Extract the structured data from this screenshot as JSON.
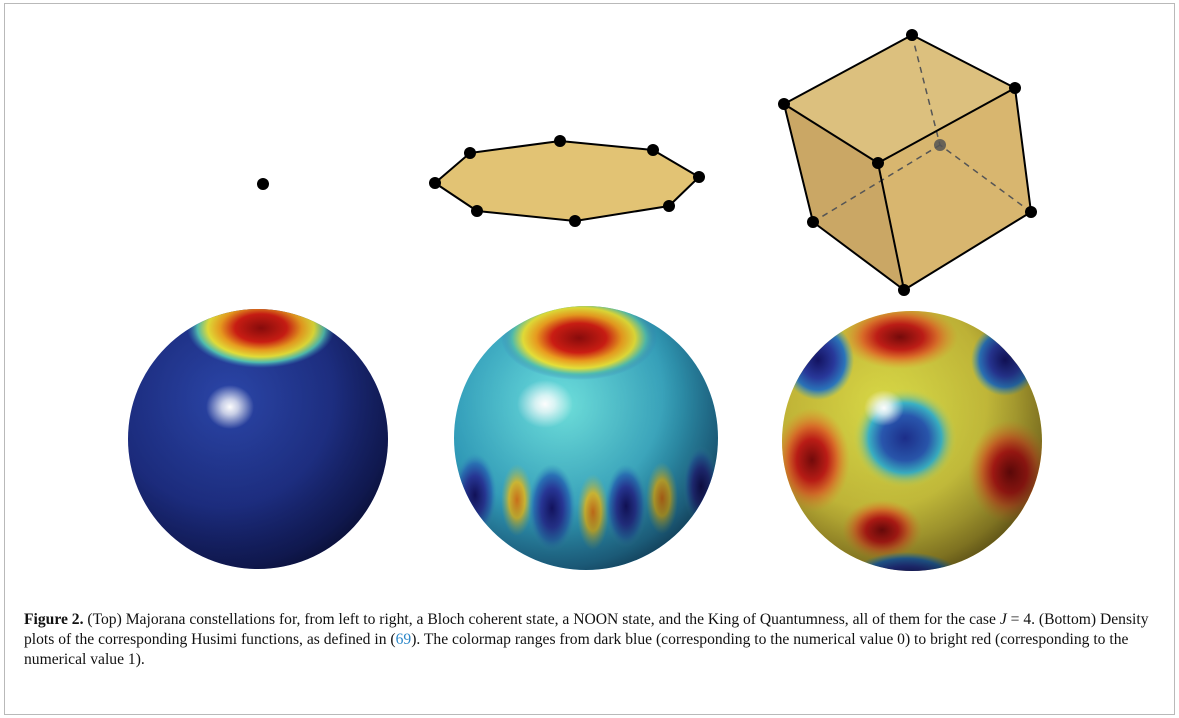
{
  "figure": {
    "label": "Figure 2.",
    "caption_part1": " (Top) Majorana constellations for, from left to right, a Bloch coherent state, a NOON state, and the King of Quantumness, all of them for the case ",
    "caption_math": "J",
    "caption_part2": " = 4. (Bottom) Density plots of the corresponding Husimi functions, as defined in (",
    "caption_ref": "69",
    "caption_part3": "). The colormap ranges from dark blue (corresponding to the numerical value 0) to bright red (corresponding to the numerical value 1).",
    "colors": {
      "polygon_fill": "#e2c374",
      "cube_fill": "#d9b977",
      "dot": "#000000",
      "cmap_low": "#12124a",
      "cmap_high": "#b00d0d",
      "ref_link": "#2a86c8"
    },
    "panels": [
      {
        "constellation": "single-point",
        "husimi": "bloch-coherent-sphere"
      },
      {
        "constellation": "octagon",
        "husimi": "noon-sphere"
      },
      {
        "constellation": "cube",
        "husimi": "king-of-quantumness-sphere"
      }
    ]
  }
}
